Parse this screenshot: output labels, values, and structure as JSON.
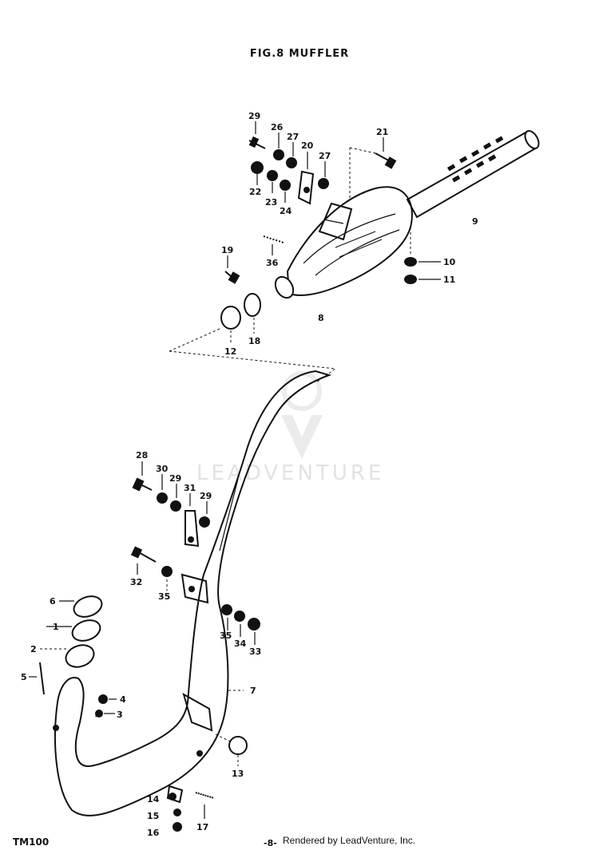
{
  "title": "FIG.8 MUFFLER",
  "footer": {
    "model": "TM100",
    "page": "-8-",
    "credit": "Rendered by LeadVenture, Inc."
  },
  "watermark": "LEADVENTURE",
  "callouts": {
    "c1": "1",
    "c2": "2",
    "c3": "3",
    "c4": "4",
    "c5": "5",
    "c6": "6",
    "c7": "7",
    "c8": "8",
    "c9": "9",
    "c10": "10",
    "c11": "11",
    "c12": "12",
    "c13": "13",
    "c14": "14",
    "c15": "15",
    "c16": "16",
    "c17": "17",
    "c18": "18",
    "c19": "19",
    "c20": "20",
    "c21": "21",
    "c22": "22",
    "c23": "23",
    "c24": "24",
    "c26": "26",
    "c27a": "27",
    "c27b": "27",
    "c28": "28",
    "c29a": "29",
    "c29b": "29",
    "c29c": "29",
    "c30": "30",
    "c31": "31",
    "c32": "32",
    "c33": "33",
    "c34": "34",
    "c35a": "35",
    "c35b": "35",
    "c36": "36"
  }
}
